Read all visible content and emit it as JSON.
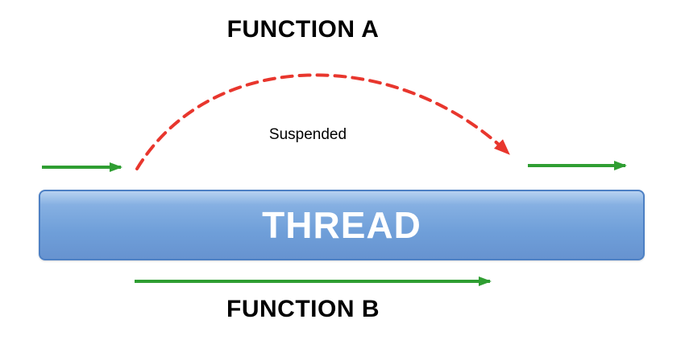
{
  "diagram": {
    "function_a_label": "FUNCTION A",
    "suspended_label": "Suspended",
    "thread_label": "THREAD",
    "function_b_label": "FUNCTION B"
  },
  "colors": {
    "arrow_green": "#2f9e32",
    "arc_red": "#e8362d",
    "thread_fill_top": "#b7d2f1",
    "thread_fill_bottom": "#6f9fd9",
    "thread_border": "#4d80c4",
    "thread_text": "#ffffff",
    "label_text": "#000000"
  }
}
